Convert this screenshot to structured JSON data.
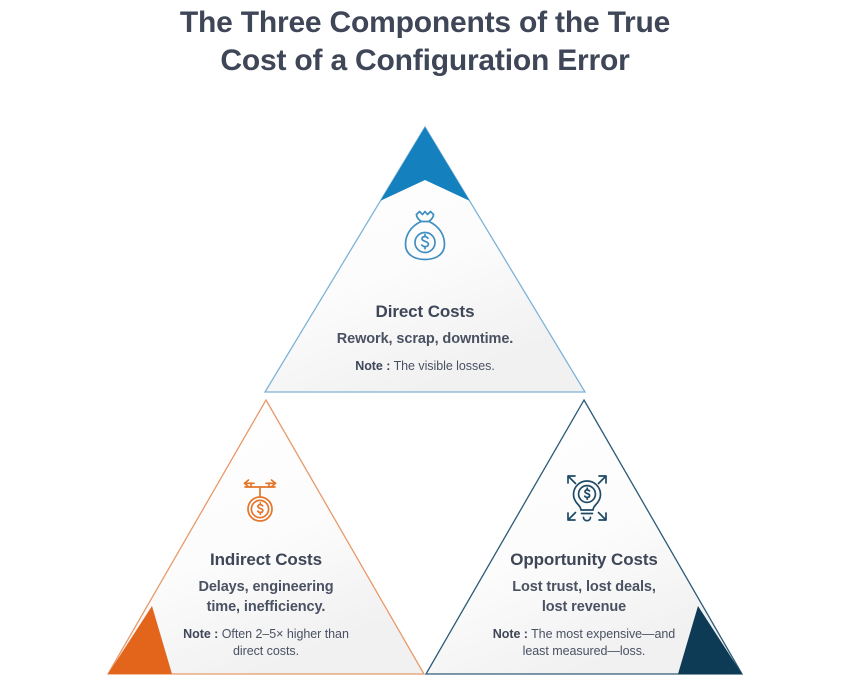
{
  "page": {
    "background_color": "#ffffff",
    "title": {
      "line1": "The Three Components of the True",
      "line2": "Cost of a Configuration Error",
      "color": "#3e4657"
    }
  },
  "colors": {
    "blue_peak": "#1580be",
    "blue_outline": "#7cb4d8",
    "orange_peak": "#e3651b",
    "orange_outline": "#e79a6a",
    "navy_peak": "#0d3a55",
    "navy_outline": "#2d5a78",
    "text_dark": "#3e4657",
    "text_body": "#4a5162",
    "triangle_fill": "#fafafa"
  },
  "components": [
    {
      "id": "direct",
      "icon": "money-bag-icon",
      "icon_color": "#3f8fc0",
      "accent_color": "#1580be",
      "title": "Direct Costs",
      "description": "Rework, scrap, downtime.",
      "note_label": "Note :",
      "note_text": "The visible losses.",
      "note_lines": [
        "The visible losses."
      ]
    },
    {
      "id": "indirect",
      "icon": "coin-with-branching-arrows-icon",
      "icon_color": "#e3762b",
      "accent_color": "#e3651b",
      "title": "Indirect Costs",
      "description_lines": [
        "Delays, engineering",
        "time, inefficiency."
      ],
      "note_label": "Note :",
      "note_text": "Often 2–5× higher than direct costs.",
      "note_lines": [
        "Often 2–5× higher than",
        "direct costs."
      ]
    },
    {
      "id": "opportunity",
      "icon": "lightbulb-dollar-expand-icon",
      "icon_color": "#1e4a66",
      "accent_color": "#0d3a55",
      "title": "Opportunity Costs",
      "description_lines": [
        "Lost trust, lost deals,",
        "lost revenue"
      ],
      "note_label": "Note :",
      "note_text": "The most expensive—and least measured—loss.",
      "note_lines": [
        "The most expensive—and",
        "least measured—loss."
      ]
    }
  ]
}
